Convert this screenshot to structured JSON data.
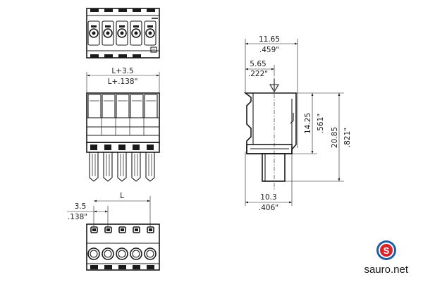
{
  "dimensions": {
    "top_span_mm": "L+3.5",
    "top_span_in": "L+.138\"",
    "width_mm": "11.65",
    "width_in": ".459\"",
    "offset_mm": "5.65",
    "offset_in": ".222\"",
    "height_short_mm": "14.25",
    "height_short_in": ".561\"",
    "height_total_mm": "20.85",
    "height_total_in": ".821\"",
    "depth_mm": "10.3",
    "depth_in": ".406\"",
    "pitch_mm": "3.5",
    "pitch_in": ".138\"",
    "pitch_label": "L"
  },
  "brand": {
    "name": "sauro.net",
    "logo_letter": "S",
    "logo_outer_color": "#1f5fa8",
    "logo_inner_color": "#d8232a"
  }
}
